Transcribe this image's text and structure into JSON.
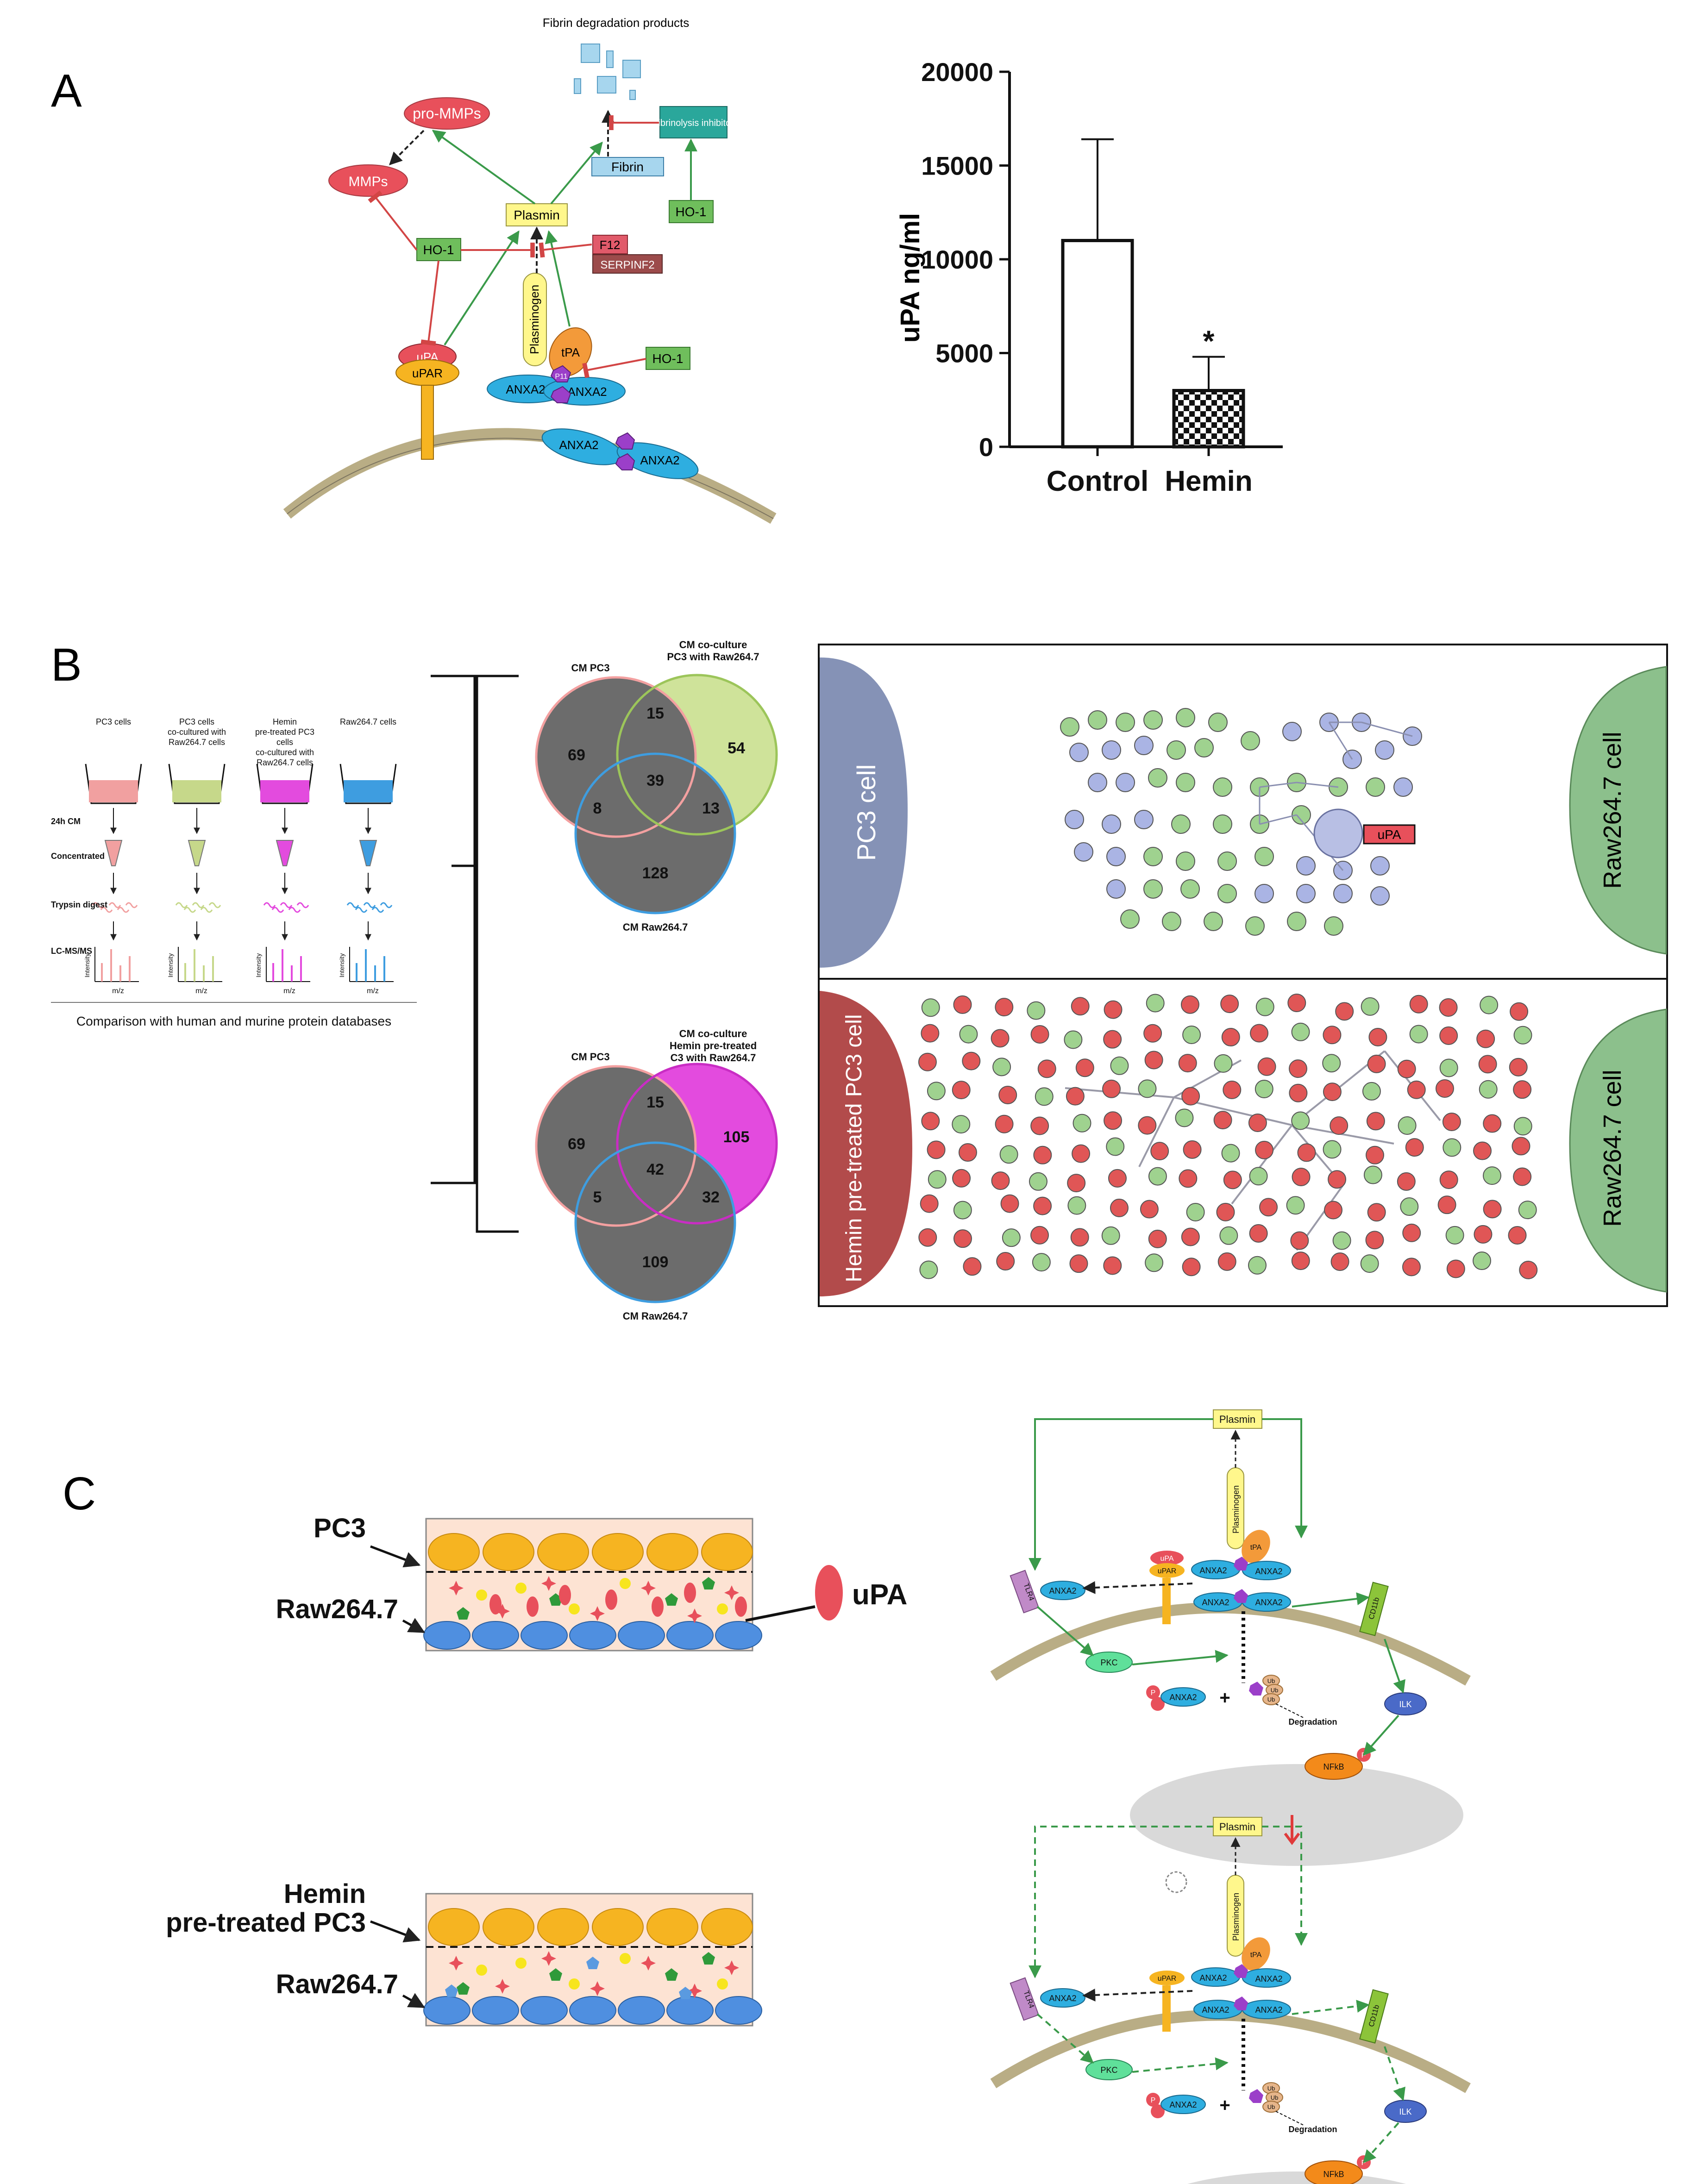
{
  "panels": {
    "a": "A",
    "b": "B",
    "c": "C"
  },
  "panel_a": {
    "nodes": {
      "fdp": "Fibrin degradation products",
      "pro_mmps": "pro-MMPs",
      "mmps": "MMPs",
      "plasmin": "Plasmin",
      "fibrin": "Fibrin",
      "fib_inhibitor": "Fibrinolysis inhibitor",
      "ho1": "HO-1",
      "f12": "F12",
      "serpinf2": "SERPINF2",
      "plasminogen": "Plasminogen",
      "tpa": "tPA",
      "upa": "uPA",
      "upar": "uPAR",
      "anxa2": "ANXA2",
      "p11": "P11"
    }
  },
  "chart_data": {
    "type": "bar",
    "categories": [
      "Control",
      "Hemin"
    ],
    "values": [
      11000,
      3000
    ],
    "errors": [
      5400,
      1800
    ],
    "ylabel": "uPA ng/ml",
    "ylim": [
      0,
      20000
    ],
    "yticks": [
      0,
      5000,
      10000,
      15000,
      20000
    ],
    "annotations": [
      {
        "category": "Hemin",
        "text": "*"
      }
    ],
    "fills": [
      "white",
      "checkered"
    ]
  },
  "panel_b": {
    "workflow": {
      "columns": [
        "PC3 cells",
        "PC3 cells co-cultured with Raw264.7 cells",
        "Hemin pre-treated PC3 cells co-cultured with Raw264.7 cells",
        "Raw264.7 cells"
      ],
      "steps": [
        "24h CM",
        "Concentrated",
        "Trypsin digest",
        "LC-MS/MS"
      ],
      "axis_y": "Intensity",
      "axis_x": "m/z",
      "footer": "Comparison with human and murine protein databases"
    },
    "venn1": {
      "a": "CM PC3",
      "b": "CM co-culture PC3 with Raw264.7",
      "c": "CM Raw264.7",
      "n": [
        "69",
        "15",
        "54",
        "8",
        "39",
        "13",
        "128"
      ]
    },
    "venn2": {
      "a": "CM PC3",
      "b": "CM co-culture Hemin pre-treated PC3 with Raw264.7",
      "c": "CM Raw264.7",
      "n": [
        "69",
        "15",
        "105",
        "5",
        "42",
        "32",
        "109"
      ]
    },
    "network": {
      "top_left": "PC3 cell",
      "top_right": "Raw264.7 cell",
      "bottom_left": "Hemin pre-treated PC3 cell",
      "bottom_right": "Raw264.7 cell",
      "upa_label": "uPA"
    }
  },
  "panel_c": {
    "layer1": {
      "top": "PC3",
      "bottom": "Raw264.7"
    },
    "layer2": {
      "top": "Hemin pre-treated PC3",
      "bottom": "Raw264.7"
    },
    "legend_upa": "uPA",
    "pathway": {
      "plasmin": "Plasmin",
      "plasminogen": "Plasminogen",
      "tlr4": "TLR4",
      "cd11b": "CD11b",
      "anxa2": "ANXA2",
      "pkc": "PKC",
      "ilk": "ILK",
      "nfkb": "NFkB",
      "p": "P",
      "upa": "uPA",
      "upar": "uPAR",
      "tpa": "tPA",
      "ub": "Ub",
      "degradation": "Degradation",
      "plus": "+"
    }
  },
  "colors": {
    "red": "#e8505b",
    "green": "#5ca85c",
    "yellow": "#fff78c",
    "blue_node": "#2eaee0",
    "purple": "#9b3fc9",
    "membrane": "#b9ad85",
    "orange": "#f6b421",
    "magenta": "#e83ae0",
    "lime": "#cce08a"
  }
}
